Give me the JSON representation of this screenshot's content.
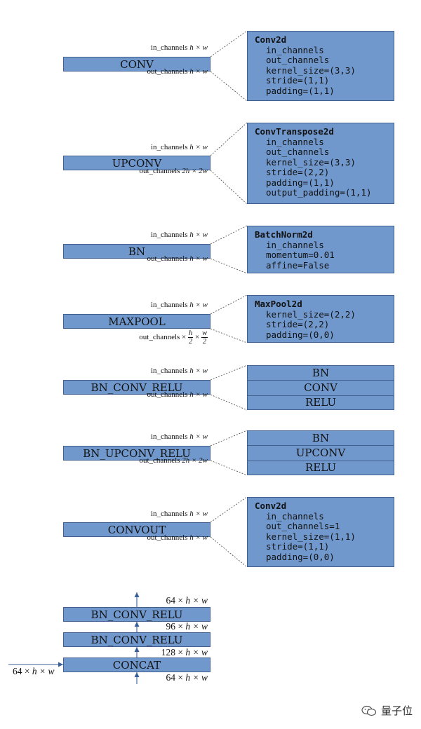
{
  "modules": [
    {
      "id": "conv",
      "name": "CONV",
      "in_label": "in_channels",
      "in_shape": "h × w",
      "out_label": "out_channels",
      "out_shape": "h × w",
      "detail": {
        "type": "text",
        "header": "Conv2d",
        "lines": [
          "in_channels",
          "out_channels",
          "kernel_size=(3,3)",
          "stride=(1,1)",
          "padding=(1,1)"
        ]
      }
    },
    {
      "id": "upconv",
      "name": "UPCONV",
      "in_label": "in_channels",
      "in_shape": "h × w",
      "out_label": "out_channels",
      "out_shape": "2h × 2w",
      "detail": {
        "type": "text",
        "header": "ConvTranspose2d",
        "lines": [
          "in_channels",
          "out_channels",
          "kernel_size=(3,3)",
          "stride=(2,2)",
          "padding=(1,1)",
          "output_padding=(1,1)"
        ]
      }
    },
    {
      "id": "bn",
      "name": "BN",
      "in_label": "in_channels",
      "in_shape": "h × w",
      "out_label": "out_channels",
      "out_shape": "h × w",
      "detail": {
        "type": "text",
        "header": "BatchNorm2d",
        "lines": [
          "in_channels",
          "momentum=0.01",
          "affine=False"
        ]
      }
    },
    {
      "id": "maxpool",
      "name": "MAXPOOL",
      "in_label": "in_channels",
      "in_shape": "h × w",
      "out_label": "out_channels",
      "out_frac_h": "h",
      "out_frac_w": "w",
      "out_frac_den": "2",
      "detail": {
        "type": "text",
        "header": "MaxPool2d",
        "lines": [
          "kernel_size=(2,2)",
          "stride=(2,2)",
          "padding=(0,0)"
        ]
      }
    },
    {
      "id": "bn-conv-relu",
      "name": "BN_CONV_RELU",
      "in_label": "in_channels",
      "in_shape": "h × w",
      "out_label": "out_channels",
      "out_shape": "h × w",
      "detail": {
        "type": "stack",
        "items": [
          "BN",
          "CONV",
          "RELU"
        ]
      }
    },
    {
      "id": "bn-upconv-relu",
      "name": "BN_UPCONV_RELU",
      "in_label": "in_channels",
      "in_shape": "h × w",
      "out_label": "out_channels",
      "out_shape": "2h × 2w",
      "detail": {
        "type": "stack",
        "items": [
          "BN",
          "UPCONV",
          "RELU"
        ]
      }
    },
    {
      "id": "convout",
      "name": "CONVOUT",
      "in_label": "in_channels",
      "in_shape": "h × w",
      "out_label": "out_channels",
      "out_shape": "h × w",
      "detail": {
        "type": "text",
        "header": "Conv2d",
        "lines": [
          "in_channels",
          "out_channels=1",
          "kernel_size=(1,1)",
          "stride=(1,1)",
          "padding=(0,0)"
        ]
      }
    }
  ],
  "pipeline": {
    "blocks": [
      "BN_CONV_RELU",
      "BN_CONV_RELU",
      "CONCAT"
    ],
    "labels": [
      "64 × h × w",
      "96 × h × w",
      "128 × h × w",
      "64 × h × w"
    ],
    "side_label": "64 × h × w"
  },
  "watermark": "量子位",
  "colors": {
    "block": "#7098cc",
    "border": "#41608e",
    "line": "#555555",
    "arrow": "#3a5f98"
  }
}
